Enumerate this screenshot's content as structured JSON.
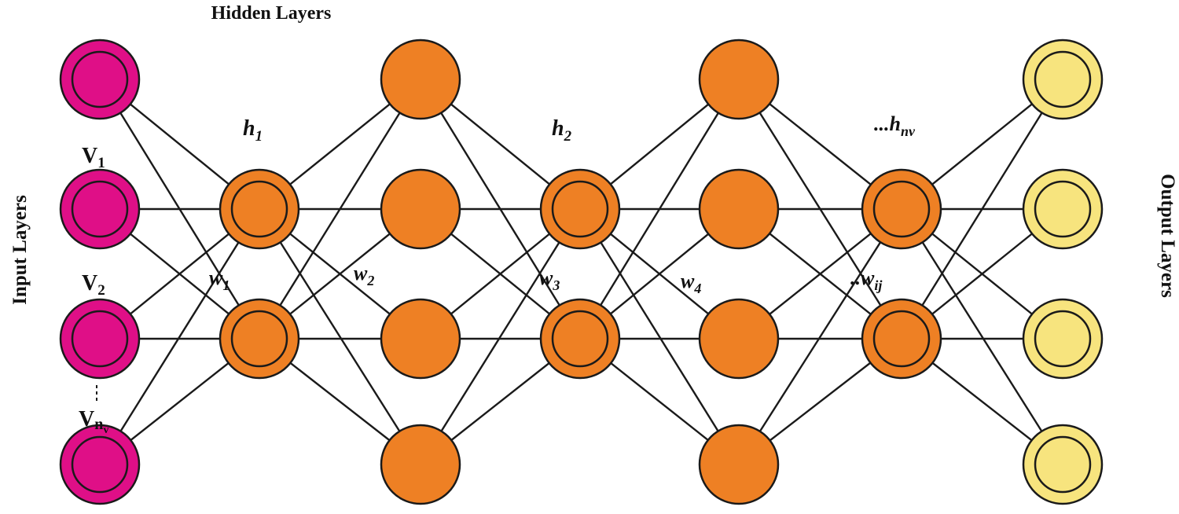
{
  "labels": {
    "hidden_layers": "Hidden Layers",
    "input_layers": "Input Layers",
    "output_layers": "Output Layers",
    "v1": {
      "base": "V",
      "sub": "1"
    },
    "v2": {
      "base": "V",
      "sub": "2"
    },
    "vn": {
      "base": "V",
      "sub": "n",
      "subsub": "v"
    },
    "h1": {
      "base": "h",
      "sub": "1"
    },
    "h2": {
      "base": "h",
      "sub": "2"
    },
    "hn": {
      "base": "...h",
      "sub": "nv"
    },
    "w1": {
      "base": "w",
      "sub": "1"
    },
    "w2": {
      "base": "w",
      "sub": "2"
    },
    "w3": {
      "base": "w",
      "sub": "3"
    },
    "w4": {
      "base": "w",
      "sub": "4"
    },
    "wij": {
      "base": "..w",
      "sub": "ij"
    }
  },
  "colors": {
    "input_node": "#df0f87",
    "hidden_node": "#ee8024",
    "output_node": "#f7e47e",
    "stroke": "#1a1a1a",
    "edge": "#1a1a1a"
  },
  "layers": [
    {
      "name": "input",
      "nodes": 4,
      "style": "ring",
      "color": "input_node"
    },
    {
      "name": "hidden-1",
      "nodes": 2,
      "style": "ring",
      "color": "hidden_node"
    },
    {
      "name": "hidden-2",
      "nodes": 4,
      "style": "plain",
      "color": "hidden_node"
    },
    {
      "name": "hidden-3",
      "nodes": 2,
      "style": "ring",
      "color": "hidden_node"
    },
    {
      "name": "hidden-4",
      "nodes": 4,
      "style": "plain",
      "color": "hidden_node"
    },
    {
      "name": "hidden-5",
      "nodes": 2,
      "style": "ring",
      "color": "hidden_node"
    },
    {
      "name": "output",
      "nodes": 4,
      "style": "ring",
      "color": "output_node"
    }
  ]
}
